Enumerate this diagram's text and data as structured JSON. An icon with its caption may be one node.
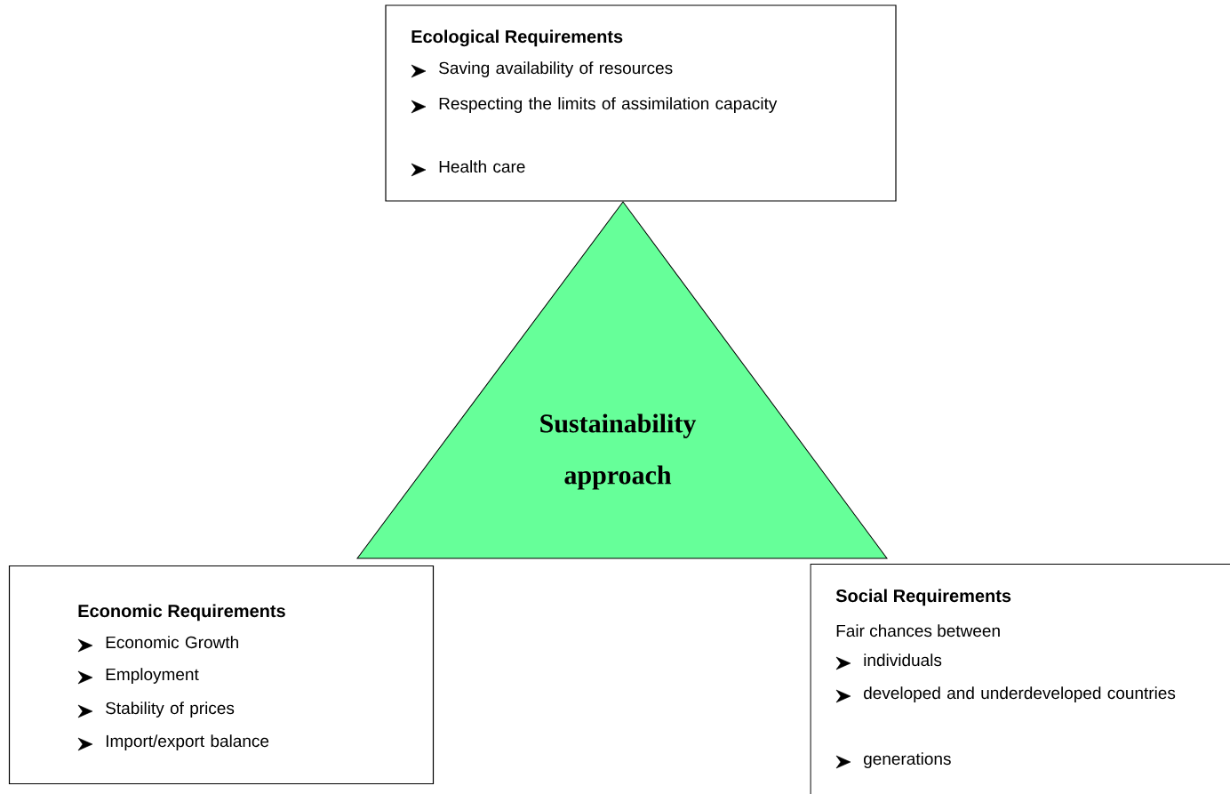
{
  "diagram": {
    "nodes": [
      {
        "text": [
          "Ecological Requirements",
          "Saving availability of resources",
          "Respecting the limits of assimilation capacity",
          "Health care"
        ]
      },
      {
        "text": [
          "Sustainability approach"
        ]
      },
      {
        "text": [
          "Economic Requirements",
          "Economic Growth",
          "Employment",
          "Stability of prices",
          "Import/export balance"
        ]
      },
      {
        "text": [
          "Social Requirements",
          "Fair chances between",
          "individuals",
          "developed and underdeveloped countries",
          "generations"
        ]
      }
    ]
  }
}
